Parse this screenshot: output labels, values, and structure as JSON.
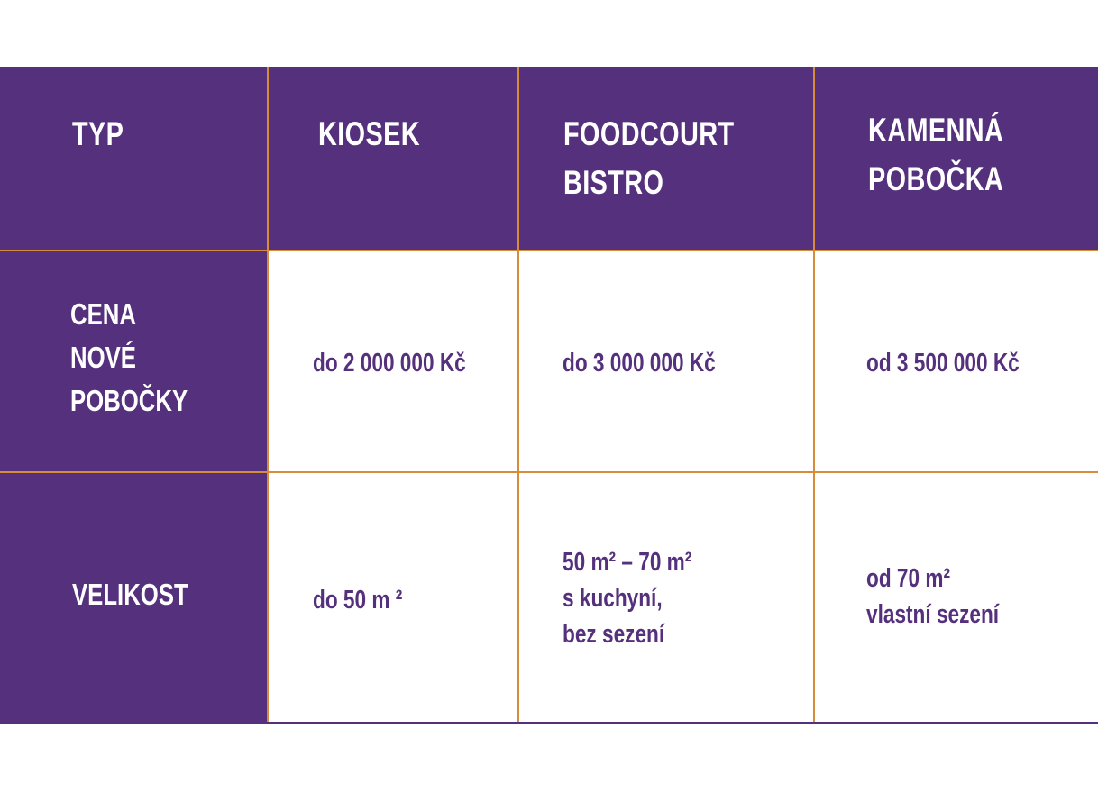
{
  "colors": {
    "purple": "#55307c",
    "orange_border": "#d68c3a",
    "white": "#ffffff"
  },
  "table": {
    "header": {
      "typ": "TYP",
      "kiosek": "KIOSEK",
      "foodcourt": [
        "FOODCOURT",
        "BISTRO"
      ],
      "kamenna": [
        "KAMENNÁ",
        "POBOČKA"
      ]
    },
    "rows": [
      {
        "label": [
          "CENA",
          "NOVÉ",
          "POBOČKY"
        ],
        "kiosek": "do 2 000 000 Kč",
        "foodcourt": "do 3 000 000 Kč",
        "kamenna": "od 3 500 000 Kč"
      },
      {
        "label": [
          "VELIKOST"
        ],
        "kiosek": "do 50 m ²",
        "foodcourt": [
          "50 m² – 70 m²",
          "s kuchyní,",
          "bez sezení"
        ],
        "kamenna": [
          "od 70 m²",
          "vlastní sezení"
        ]
      }
    ]
  }
}
